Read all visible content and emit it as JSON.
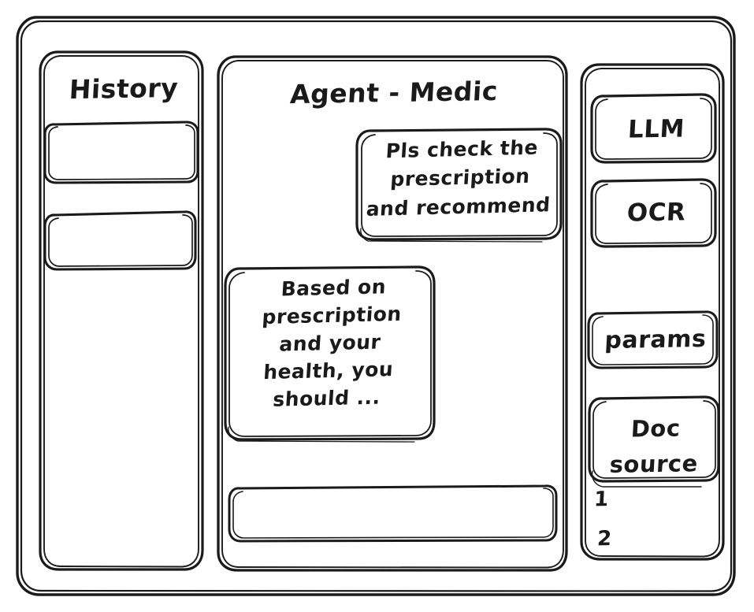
{
  "window": {
    "style": "hand-drawn-wireframe",
    "stroke_color": "#1a1a1a",
    "background_color": "#ffffff"
  },
  "sidebar_left": {
    "title": "History",
    "items": [
      {
        "label": "",
        "name": "history-item-1"
      },
      {
        "label": "",
        "name": "history-item-2"
      }
    ]
  },
  "main": {
    "title": "Agent - Medic",
    "messages": [
      {
        "role": "user",
        "text": "Pls check the\nprescription\nand recommend",
        "align": "right"
      },
      {
        "role": "agent",
        "text": "Based on\nprescription\nand your\nhealth, you\nshould ...",
        "align": "left"
      }
    ],
    "composer": {
      "value": "",
      "placeholder": ""
    }
  },
  "sidebar_right": {
    "tools": [
      {
        "label": "LLM",
        "name": "tool-llm"
      },
      {
        "label": "OCR",
        "name": "tool-ocr"
      },
      {
        "label": "params",
        "name": "tool-params"
      },
      {
        "label": "Doc\nsource",
        "name": "tool-doc-source"
      }
    ],
    "doc_sources": [
      {
        "label": "1"
      },
      {
        "label": "2"
      }
    ]
  }
}
